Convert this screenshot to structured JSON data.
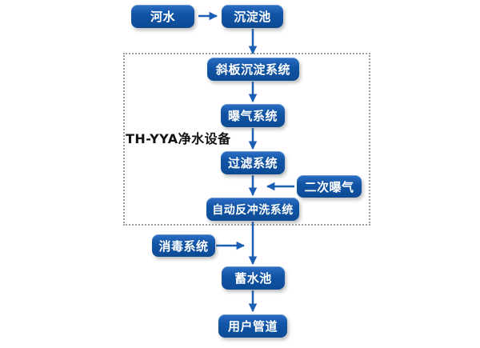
{
  "diagram": {
    "boundary_label": "TH-YYA净水设备",
    "nodes": {
      "river": "河水",
      "sedimentation_pool": "沉淀池",
      "inclined_plate_system": "斜板沉淀系统",
      "aeration_system": "曝气系统",
      "filtration_system": "过滤系统",
      "secondary_aeration": "二次曝气",
      "auto_backwash_system": "自动反冲洗系统",
      "disinfection_system": "消毒系统",
      "storage_pool": "蓄水池",
      "user_pipeline": "用户管道"
    },
    "colors": {
      "node_fill": "#1155a6",
      "node_fill_top": "#2e6fc4",
      "node_fill_bottom": "#0d4b94",
      "arrow": "#1b5fb4",
      "node_text": "#ffffff",
      "label_text": "#111111",
      "dotted_border": "#a0a0a0",
      "background": "#ffffff"
    }
  }
}
